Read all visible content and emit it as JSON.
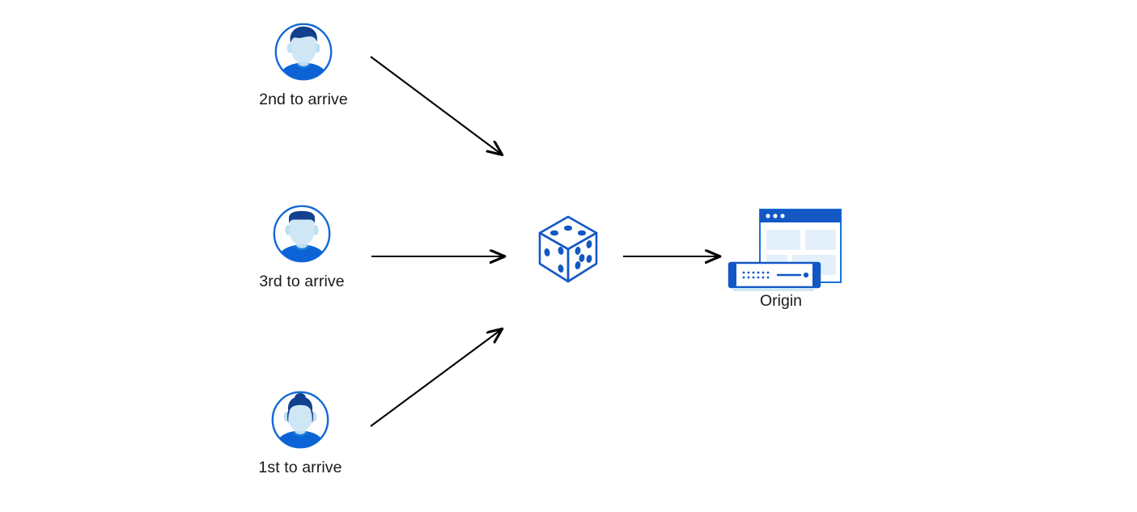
{
  "diagram": {
    "title": "Load balancing request arrival order to origin",
    "background_color": "#ffffff",
    "text_color": "#1a1a1a",
    "accent_colors": {
      "brand_blue": "#0b57c4",
      "dice_blue": "#1257c4",
      "avatar_ring": "#1669d6",
      "avatar_hair": "#12418f",
      "avatar_face": "#cfe6f5",
      "avatar_body": "#0b63d6",
      "panel_fill": "#e3f0fb",
      "arrow_black": "#000000"
    }
  },
  "nodes": {
    "client_top": {
      "label": "2nd to arrive",
      "icon": "user-avatar-icon",
      "avatar_style": "short-wavy-hair-male"
    },
    "client_middle": {
      "label": "3rd to arrive",
      "icon": "user-avatar-icon",
      "avatar_style": "flat-top-hair-male"
    },
    "client_bottom": {
      "label": "1st to arrive",
      "icon": "user-avatar-icon",
      "avatar_style": "bun-hair-female"
    },
    "randomizer": {
      "label": "",
      "icon": "dice-icon",
      "description": "isometric six-sided die"
    },
    "origin": {
      "label": "Origin",
      "icon": "origin-server-icon",
      "description": "browser window with server appliance"
    }
  },
  "edges": [
    {
      "name": "edge-2nd-to-dice",
      "from": "client_top",
      "to": "randomizer",
      "style": "solid-arrow",
      "direction": "down-right"
    },
    {
      "name": "edge-3rd-to-dice",
      "from": "client_middle",
      "to": "randomizer",
      "style": "solid-arrow",
      "direction": "right"
    },
    {
      "name": "edge-1st-to-dice",
      "from": "client_bottom",
      "to": "randomizer",
      "style": "solid-arrow",
      "direction": "up-right"
    },
    {
      "name": "edge-dice-to-origin",
      "from": "randomizer",
      "to": "origin",
      "style": "solid-arrow",
      "direction": "right"
    }
  ]
}
